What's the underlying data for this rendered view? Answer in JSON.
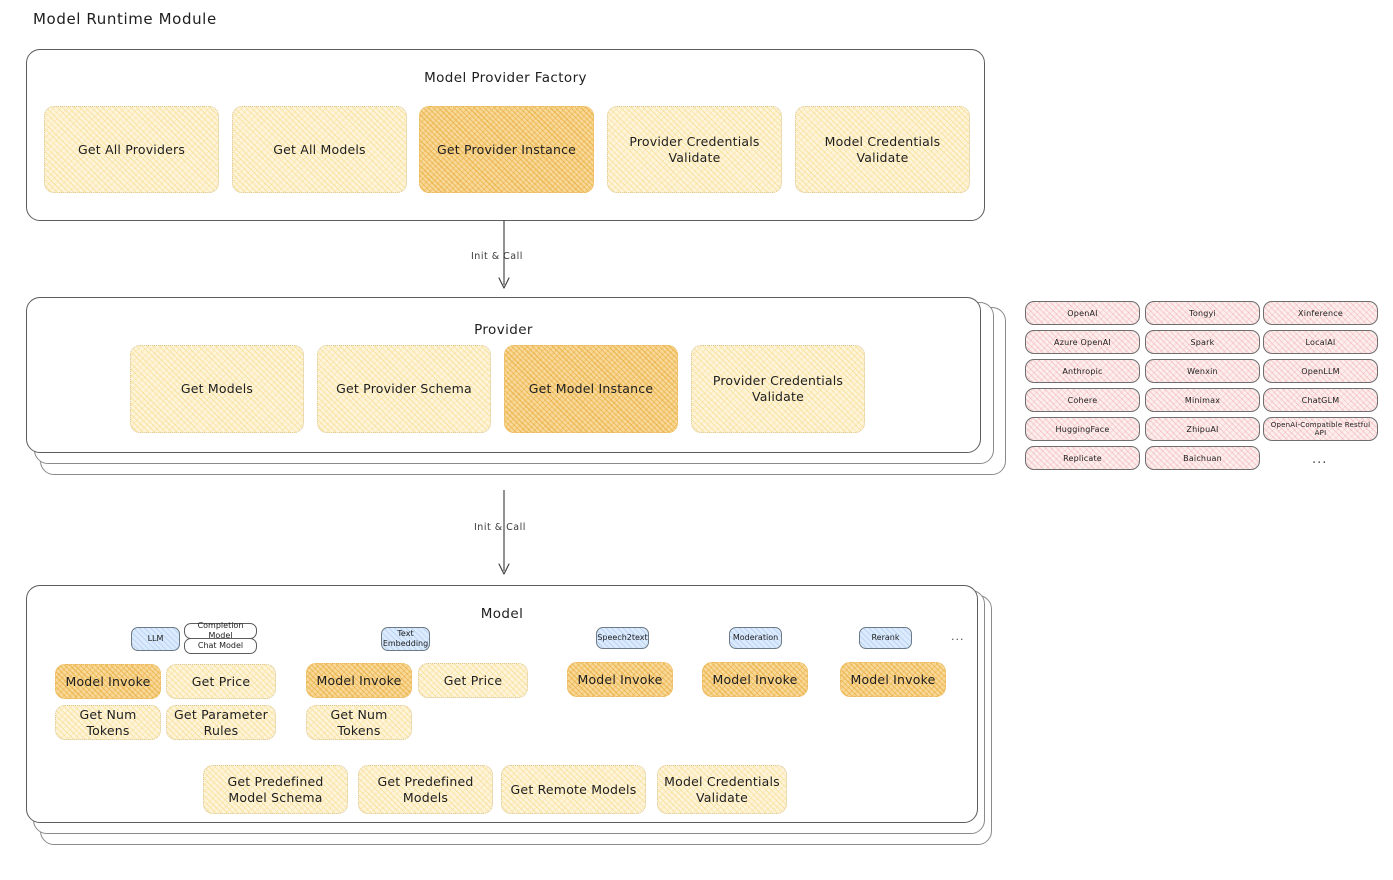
{
  "page": {
    "title": "Model Runtime Module"
  },
  "colors": {
    "chip_fill": "#fdf4da",
    "chip_fill_highlight": "#f8d999",
    "chip_border": "#d9c79a",
    "badge_fill": "#dbeafc",
    "pill_fill": "#fdeeee",
    "card_border": "#5c5c5c",
    "text": "#1e1e1e"
  },
  "factory": {
    "title": "Model Provider Factory",
    "methods": [
      {
        "label": "Get All Providers",
        "highlight": false
      },
      {
        "label": "Get All Models",
        "highlight": false
      },
      {
        "label": "Get Provider Instance",
        "highlight": true
      },
      {
        "label": "Provider Credentials Validate",
        "highlight": false
      },
      {
        "label": "Model Credentials Validate",
        "highlight": false
      }
    ]
  },
  "arrows": [
    {
      "label": "Init & Call"
    },
    {
      "label": "Init & Call"
    }
  ],
  "provider": {
    "title": "Provider",
    "methods": [
      {
        "label": "Get Models",
        "highlight": false
      },
      {
        "label": "Get Provider Schema",
        "highlight": false
      },
      {
        "label": "Get Model Instance",
        "highlight": true
      },
      {
        "label": "Provider Credentials Validate",
        "highlight": false
      }
    ]
  },
  "provider_list": {
    "columns": [
      {
        "items": [
          "OpenAI",
          "Azure OpenAI",
          "Anthropic",
          "Cohere",
          "HuggingFace",
          "Replicate"
        ]
      },
      {
        "items": [
          "Tongyi",
          "Spark",
          "Wenxin",
          "Minimax",
          "ZhipuAI",
          "Baichuan"
        ]
      },
      {
        "items": [
          "Xinference",
          "LocalAI",
          "OpenLLM",
          "ChatGLM",
          "OpenAI-Compatible Restful API"
        ]
      }
    ],
    "more": "..."
  },
  "model": {
    "title": "Model",
    "more": "...",
    "types": [
      {
        "badge": "LLM",
        "sub_badges": [
          "Completion Model",
          "Chat Model"
        ],
        "methods": [
          {
            "label": "Model Invoke",
            "highlight": true
          },
          {
            "label": "Get Price",
            "highlight": false
          },
          {
            "label": "Get Num Tokens",
            "highlight": false
          },
          {
            "label": "Get Parameter Rules",
            "highlight": false
          }
        ]
      },
      {
        "badge": "Text Embedding",
        "sub_badges": [],
        "methods": [
          {
            "label": "Model Invoke",
            "highlight": true
          },
          {
            "label": "Get Price",
            "highlight": false
          },
          {
            "label": "Get Num Tokens",
            "highlight": false
          }
        ]
      },
      {
        "badge": "Speech2text",
        "sub_badges": [],
        "methods": [
          {
            "label": "Model Invoke",
            "highlight": true
          }
        ]
      },
      {
        "badge": "Moderation",
        "sub_badges": [],
        "methods": [
          {
            "label": "Model Invoke",
            "highlight": true
          }
        ]
      },
      {
        "badge": "Rerank",
        "sub_badges": [],
        "methods": [
          {
            "label": "Model Invoke",
            "highlight": true
          }
        ]
      }
    ],
    "shared_methods": [
      {
        "label": "Get Predefined Model Schema"
      },
      {
        "label": "Get Predefined Models"
      },
      {
        "label": "Get Remote Models"
      },
      {
        "label": "Model Credentials Validate"
      }
    ]
  }
}
